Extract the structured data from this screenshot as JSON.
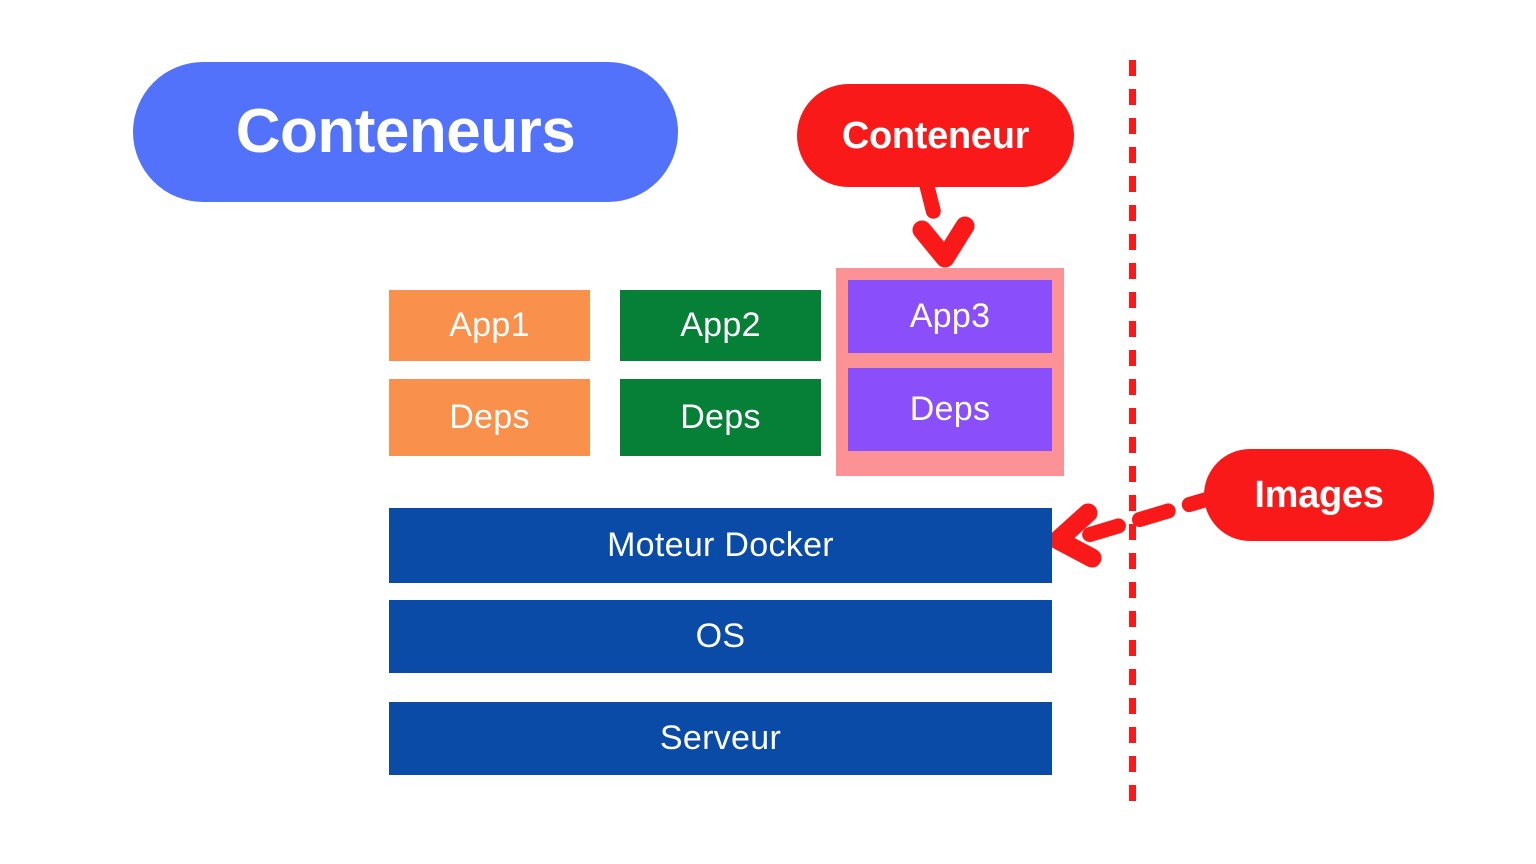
{
  "title": {
    "label": "Conteneurs"
  },
  "callouts": [
    {
      "id": "conteneur",
      "label": "Conteneur"
    },
    {
      "id": "images",
      "label": "Images"
    }
  ],
  "colors": {
    "title_pill": "#5272FB",
    "callout_red": "#FA1919",
    "app_orange": "#F9904B",
    "app_green": "#067F37",
    "app_purple": "#8A4FFB",
    "container_pink": "#FC9296",
    "platform_blue": "#0A4BA8",
    "background": "#FFFFFF"
  },
  "app_columns": [
    {
      "id": "app1",
      "color_key": "app_orange",
      "highlighted": false,
      "boxes": [
        {
          "label": "App1"
        },
        {
          "label": "Deps"
        }
      ]
    },
    {
      "id": "app2",
      "color_key": "app_green",
      "highlighted": false,
      "boxes": [
        {
          "label": "App2"
        },
        {
          "label": "Deps"
        }
      ]
    },
    {
      "id": "app3",
      "color_key": "app_purple",
      "highlighted": true,
      "boxes": [
        {
          "label": "App3"
        },
        {
          "label": "Deps"
        }
      ]
    }
  ],
  "platform_layers": [
    {
      "label": "Moteur Docker"
    },
    {
      "label": "OS"
    },
    {
      "label": "Serveur"
    }
  ],
  "annotations": {
    "divider": "vertical-dashed-line",
    "arrow_conteneur": "dashed-arrow-down",
    "arrow_images": "dashed-arrow-left"
  }
}
